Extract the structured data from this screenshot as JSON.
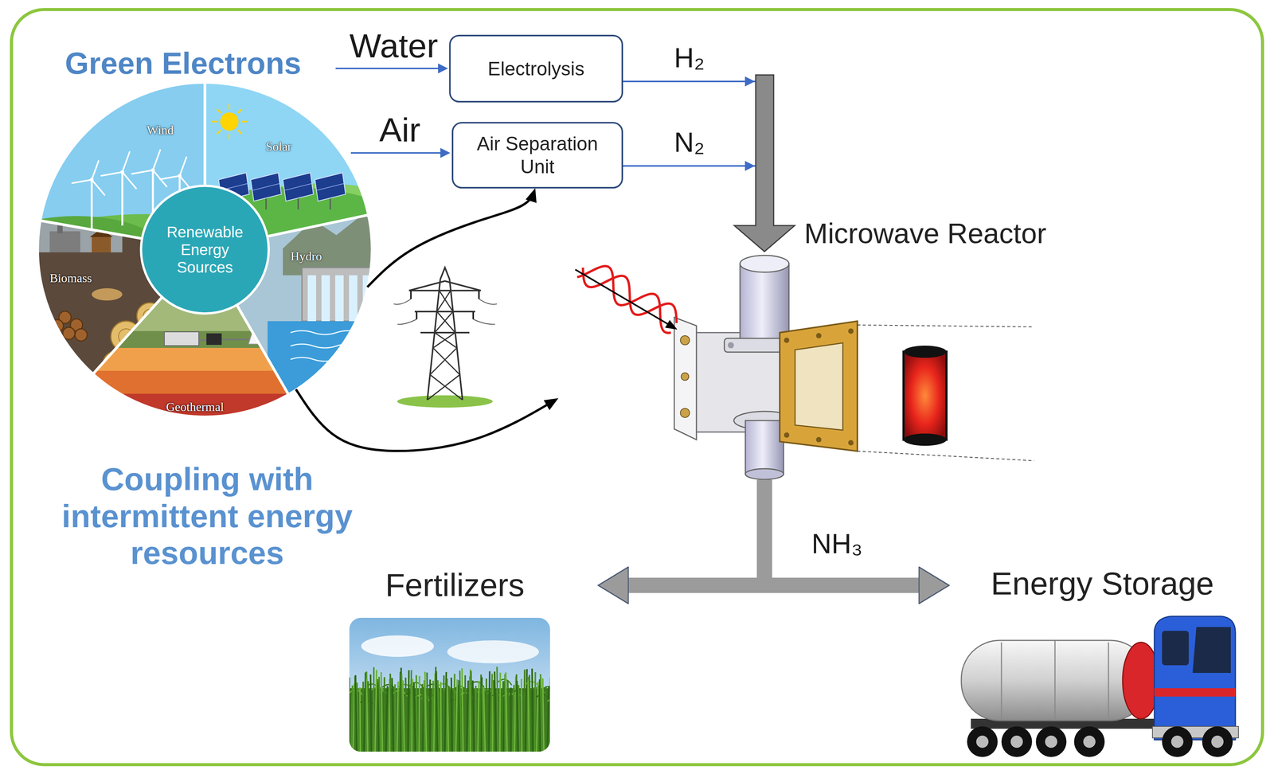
{
  "diagram": {
    "nodes": [
      {
        "text": [
          "Wind",
          "Solar",
          "Hydro",
          "Geothermal",
          "Biomass"
        ]
      },
      {
        "text": [
          "Renewable Energy Sources"
        ],
        "in": 0
      },
      {
        "text": [
          "Electrolysis"
        ]
      },
      {
        "text": [
          "Air Separation Unit"
        ]
      },
      {
        "text": [
          "Microwave Reactor"
        ]
      },
      {
        "text": [
          "Fertilizers"
        ]
      },
      {
        "text": [
          "Energy Storage"
        ]
      }
    ],
    "edges": [
      {
        "from": 2,
        "to": 4,
        "label": "H₂",
        "arrow": "to"
      },
      {
        "from": 3,
        "to": 4,
        "label": "N₂",
        "arrow": "to"
      },
      {
        "from": 0,
        "to": 3,
        "arrow": "to"
      },
      {
        "from": 0,
        "to": 4,
        "arrow": "to"
      },
      {
        "from": 4,
        "to": 5,
        "label": "NH₃",
        "arrow": "to"
      },
      {
        "from": 4,
        "to": 6,
        "arrow": "to"
      }
    ],
    "labels": [
      "Green Electrons",
      "Water",
      "Air",
      "Coupling with intermittent energy resources"
    ]
  }
}
